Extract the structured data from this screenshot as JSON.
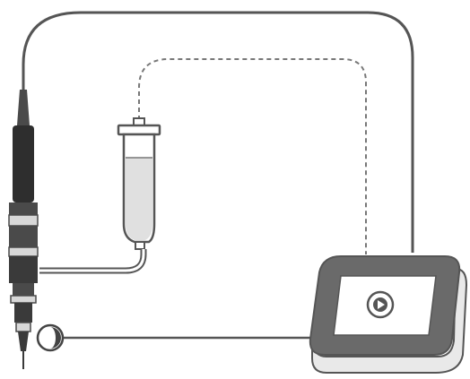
{
  "diagram": {
    "colors": {
      "background": "#ffffff",
      "line": "#555555",
      "dashed_line": "#777777",
      "handpiece_dark": "#2e2e2e",
      "handpiece_mid": "#4a4a4a",
      "handpiece_band": "#d8d8d8",
      "fluid": "#e0e0e0",
      "device_body": "#6a6a6a",
      "device_screen": "#ffffff",
      "device_base": "#e9e9e9"
    },
    "components": [
      {
        "id": "handpiece",
        "icon": "handpiece-icon"
      },
      {
        "id": "syringe",
        "icon": "syringe-icon"
      },
      {
        "id": "control-unit",
        "icon": "monitor-icon"
      },
      {
        "id": "foot-sensor",
        "icon": "sensor-icon"
      },
      {
        "id": "play-button",
        "icon": "play-icon"
      }
    ]
  }
}
